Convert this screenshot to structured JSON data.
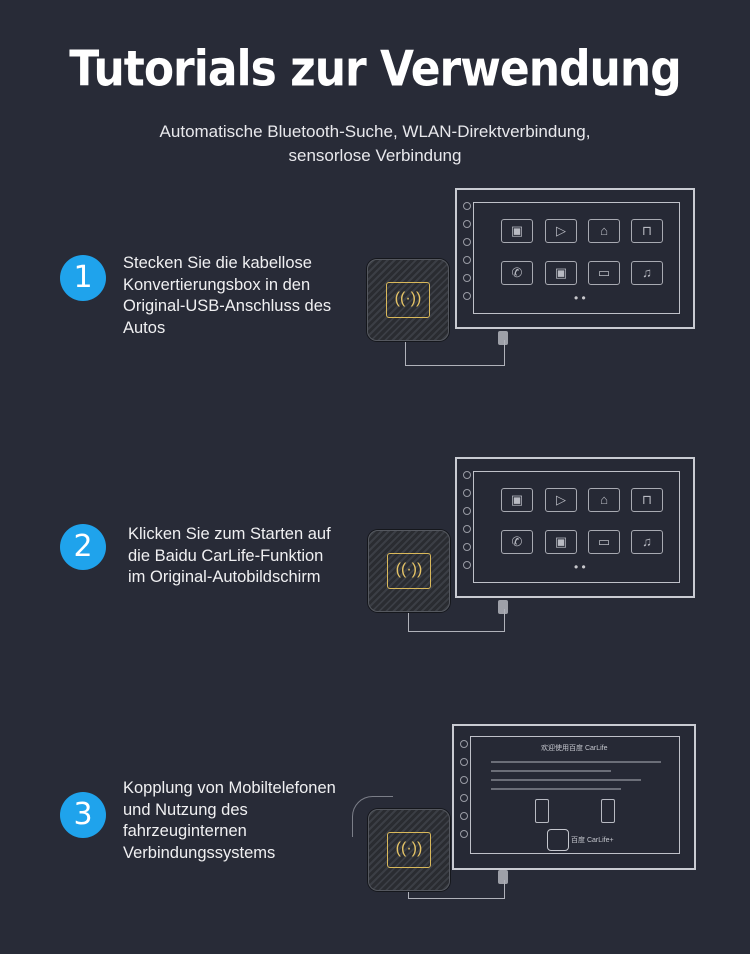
{
  "header": {
    "title": "Tutorials zur Verwendung",
    "subtitle_line1": "Automatische Bluetooth-Suche, WLAN-Direktverbindung,",
    "subtitle_line2": "sensorlose Verbindung"
  },
  "steps": [
    {
      "number": "1",
      "lines": [
        "Stecken Sie die kabellose",
        "Konvertierungsbox in den",
        "Original-USB-Anschluss des",
        "Autos"
      ]
    },
    {
      "number": "2",
      "lines": [
        "Klicken Sie zum Starten auf",
        "die Baidu CarLife-Funktion",
        "im Original-Autobildschirm"
      ]
    },
    {
      "number": "3",
      "lines": [
        "Kopplung von Mobiltelefonen",
        "und Nutzung des",
        "fahrzeuginternen",
        "Verbindungssystems"
      ]
    }
  ],
  "screen3": {
    "heading": "欢迎使用百度 CarLife",
    "brand": "百度 CarLife+"
  },
  "colors": {
    "background": "#282b37",
    "badge": "#1fa3ec",
    "box_accent": "#d9b85a"
  },
  "icons": [
    "radio-icon",
    "play-icon",
    "map-icon",
    "car-icon",
    "phone-icon",
    "app-icon",
    "mirror-icon",
    "headset-icon",
    "wifi-icon"
  ]
}
